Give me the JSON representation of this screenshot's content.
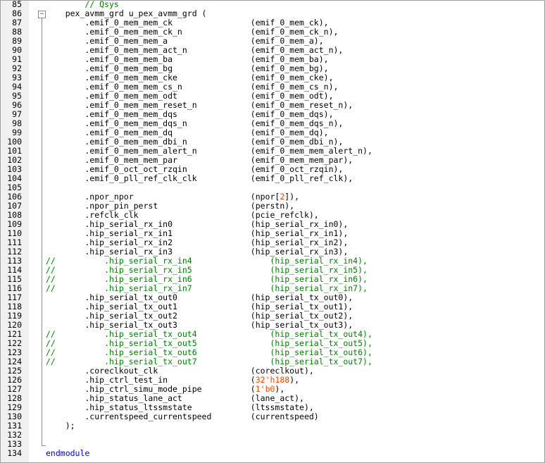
{
  "colors": {
    "keyword": "#0000ff",
    "comment": "#008000",
    "number": "#ff4500",
    "text": "#000000"
  },
  "editor": {
    "fold_toggle": "−",
    "lines": [
      {
        "n": "85",
        "t": [
          {
            "s": "        "
          },
          {
            "s": "// Qsys",
            "k": "cm"
          }
        ]
      },
      {
        "n": "86",
        "t": [
          {
            "s": "    pex_avmm_grd u_pex_avmm_grd ("
          }
        ]
      },
      {
        "n": "87",
        "t": [
          {
            "s": "        .emif_0_mem_mem_ck                (emif_0_mem_ck),"
          }
        ]
      },
      {
        "n": "88",
        "t": [
          {
            "s": "        .emif_0_mem_mem_ck_n              (emif_0_mem_ck_n),"
          }
        ]
      },
      {
        "n": "89",
        "t": [
          {
            "s": "        .emif_0_mem_mem_a                 (emif_0_mem_a),"
          }
        ]
      },
      {
        "n": "90",
        "t": [
          {
            "s": "        .emif_0_mem_mem_act_n             (emif_0_mem_act_n),"
          }
        ]
      },
      {
        "n": "91",
        "t": [
          {
            "s": "        .emif_0_mem_mem_ba                (emif_0_mem_ba),"
          }
        ]
      },
      {
        "n": "92",
        "t": [
          {
            "s": "        .emif_0_mem_mem_bg                (emif_0_mem_bg),"
          }
        ]
      },
      {
        "n": "93",
        "t": [
          {
            "s": "        .emif_0_mem_mem_cke               (emif_0_mem_cke),"
          }
        ]
      },
      {
        "n": "94",
        "t": [
          {
            "s": "        .emif_0_mem_mem_cs_n              (emif_0_mem_cs_n),"
          }
        ]
      },
      {
        "n": "95",
        "t": [
          {
            "s": "        .emif_0_mem_mem_odt               (emif_0_mem_odt),"
          }
        ]
      },
      {
        "n": "96",
        "t": [
          {
            "s": "        .emif_0_mem_mem_reset_n           (emif_0_mem_reset_n),"
          }
        ]
      },
      {
        "n": "97",
        "t": [
          {
            "s": "        .emif_0_mem_mem_dqs               (emif_0_mem_dqs),"
          }
        ]
      },
      {
        "n": "98",
        "t": [
          {
            "s": "        .emif_0_mem_mem_dqs_n             (emif_0_mem_dqs_n),"
          }
        ]
      },
      {
        "n": "99",
        "t": [
          {
            "s": "        .emif_0_mem_mem_dq                (emif_0_mem_dq),"
          }
        ]
      },
      {
        "n": "100",
        "t": [
          {
            "s": "        .emif_0_mem_mem_dbi_n             (emif_0_mem_dbi_n),"
          }
        ]
      },
      {
        "n": "101",
        "t": [
          {
            "s": "        .emif_0_mem_mem_alert_n           (emif_0_mem_mem_alert_n),"
          }
        ]
      },
      {
        "n": "102",
        "t": [
          {
            "s": "        .emif_0_mem_mem_par               (emif_0_mem_mem_par),"
          }
        ]
      },
      {
        "n": "103",
        "t": [
          {
            "s": "        .emif_0_oct_oct_rzqin             (emif_0_oct_rzqin),"
          }
        ]
      },
      {
        "n": "104",
        "t": [
          {
            "s": "        .emif_0_pll_ref_clk_clk           (emif_0_pll_ref_clk),"
          }
        ]
      },
      {
        "n": "105",
        "t": [
          {
            "s": ""
          }
        ]
      },
      {
        "n": "106",
        "t": [
          {
            "s": "        .npor_npor                        (npor["
          },
          {
            "s": "2",
            "k": "num"
          },
          {
            "s": "]),"
          }
        ]
      },
      {
        "n": "107",
        "t": [
          {
            "s": "        .npor_pin_perst                   (perstn),"
          }
        ]
      },
      {
        "n": "108",
        "t": [
          {
            "s": "        .refclk_clk                       (pcie_refclk),"
          }
        ]
      },
      {
        "n": "109",
        "t": [
          {
            "s": "        .hip_serial_rx_in0                (hip_serial_rx_in0),"
          }
        ]
      },
      {
        "n": "110",
        "t": [
          {
            "s": "        .hip_serial_rx_in1                (hip_serial_rx_in1),"
          }
        ]
      },
      {
        "n": "111",
        "t": [
          {
            "s": "        .hip_serial_rx_in2                (hip_serial_rx_in2),"
          }
        ]
      },
      {
        "n": "112",
        "t": [
          {
            "s": "        .hip_serial_rx_in3                (hip_serial_rx_in3),"
          }
        ]
      },
      {
        "n": "113",
        "t": [
          {
            "s": "//          .hip_serial_rx_in4                (hip_serial_rx_in4),",
            "k": "cm"
          }
        ]
      },
      {
        "n": "114",
        "t": [
          {
            "s": "//          .hip_serial_rx_in5                (hip_serial_rx_in5),",
            "k": "cm"
          }
        ]
      },
      {
        "n": "115",
        "t": [
          {
            "s": "//          .hip_serial_rx_in6                (hip_serial_rx_in6),",
            "k": "cm"
          }
        ]
      },
      {
        "n": "116",
        "t": [
          {
            "s": "//          .hip_serial_rx_in7                (hip_serial_rx_in7),",
            "k": "cm"
          }
        ]
      },
      {
        "n": "117",
        "t": [
          {
            "s": "        .hip_serial_tx_out0               (hip_serial_tx_out0),"
          }
        ]
      },
      {
        "n": "118",
        "t": [
          {
            "s": "        .hip_serial_tx_out1               (hip_serial_tx_out1),"
          }
        ]
      },
      {
        "n": "119",
        "t": [
          {
            "s": "        .hip_serial_tx_out2               (hip_serial_tx_out2),"
          }
        ]
      },
      {
        "n": "120",
        "t": [
          {
            "s": "        .hip_serial_tx_out3               (hip_serial_tx_out3),"
          }
        ]
      },
      {
        "n": "121",
        "t": [
          {
            "s": "//          .hip_serial_tx_out4               (hip_serial_tx_out4),",
            "k": "cm"
          }
        ]
      },
      {
        "n": "122",
        "t": [
          {
            "s": "//          .hip_serial_tx_out5               (hip_serial_tx_out5),",
            "k": "cm"
          }
        ]
      },
      {
        "n": "123",
        "t": [
          {
            "s": "//          .hip_serial_tx_out6               (hip_serial_tx_out6),",
            "k": "cm"
          }
        ]
      },
      {
        "n": "124",
        "t": [
          {
            "s": "//          .hip_serial_tx_out7               (hip_serial_tx_out7),",
            "k": "cm"
          }
        ]
      },
      {
        "n": "125",
        "t": [
          {
            "s": "        .coreclkout_clk                   (coreclkout),"
          }
        ]
      },
      {
        "n": "126",
        "t": [
          {
            "s": "        .hip_ctrl_test_in                 ("
          },
          {
            "s": "32'h188",
            "k": "num"
          },
          {
            "s": "),"
          }
        ]
      },
      {
        "n": "127",
        "t": [
          {
            "s": "        .hip_ctrl_simu_mode_pipe          ("
          },
          {
            "s": "1'b0",
            "k": "num"
          },
          {
            "s": "),"
          }
        ]
      },
      {
        "n": "128",
        "t": [
          {
            "s": "        .hip_status_lane_act              (lane_act),"
          }
        ]
      },
      {
        "n": "129",
        "t": [
          {
            "s": "        .hip_status_ltssmstate            (ltssmstate),"
          }
        ]
      },
      {
        "n": "130",
        "t": [
          {
            "s": "        .currentspeed_currentspeed        (currentspeed)"
          }
        ]
      },
      {
        "n": "131",
        "t": [
          {
            "s": "    );"
          }
        ]
      },
      {
        "n": "132",
        "t": [
          {
            "s": ""
          }
        ]
      },
      {
        "n": "133",
        "t": [
          {
            "s": ""
          }
        ]
      },
      {
        "n": "134",
        "t": [
          {
            "s": "endmodule",
            "k": "kw"
          }
        ]
      }
    ]
  }
}
